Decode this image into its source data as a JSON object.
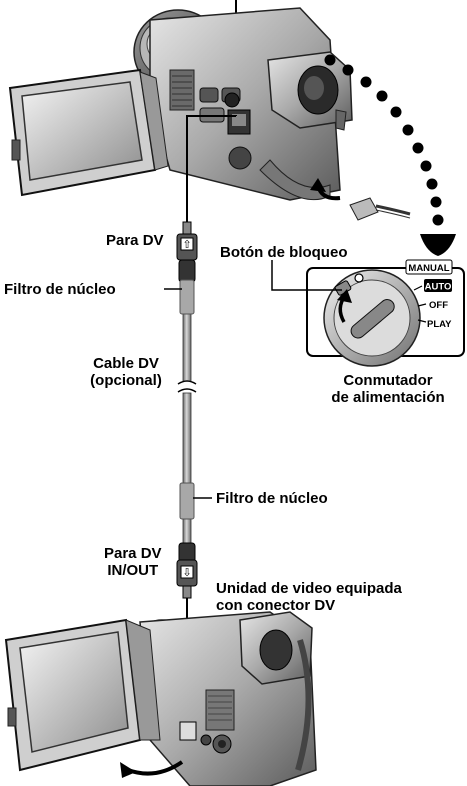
{
  "labels": {
    "to_dv_top": "Para DV",
    "lock_button": "Botón de bloqueo",
    "core_filter_top": "Filtro de núcleo",
    "dv_cable_line1": "Cable DV",
    "dv_cable_line2": "(opcional)",
    "core_filter_bottom": "Filtro de núcleo",
    "to_dv_inout_line1": "Para DV",
    "to_dv_inout_line2": "IN/OUT",
    "video_unit_line1": "Unidad de video equipada",
    "video_unit_line2": "con conector DV",
    "power_switch_line1": "Conmutador",
    "power_switch_line2": "de alimentación"
  },
  "power_switch": {
    "positions": [
      "MANUAL",
      "AUTO",
      "OFF",
      "PLAY"
    ]
  },
  "plug_icons": {
    "top": "arrow-up-icon",
    "bottom": "arrow-down-icon"
  }
}
